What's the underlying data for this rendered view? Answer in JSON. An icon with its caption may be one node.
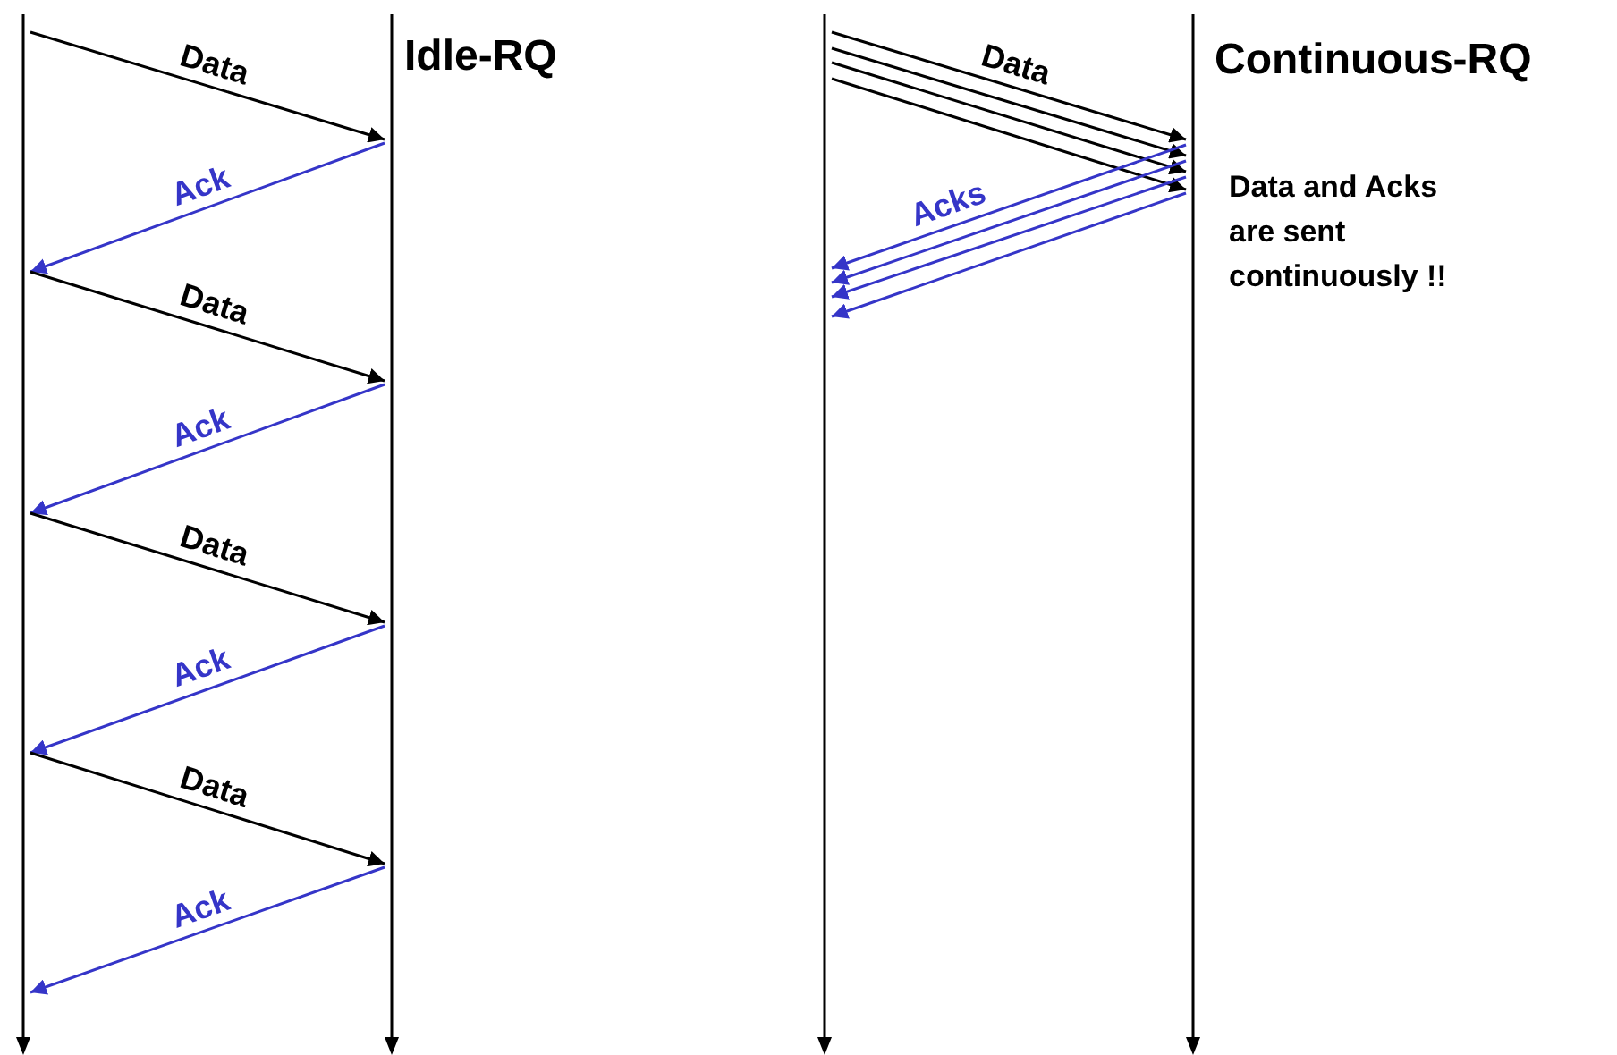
{
  "diagram": {
    "nodes": [
      {
        "text": [],
        "shape": "bar"
      },
      {
        "text": [],
        "shape": "bar"
      },
      {
        "text": [],
        "shape": "bar"
      },
      {
        "text": [],
        "shape": "bar"
      }
    ],
    "edges": [
      {
        "from": 0,
        "to": 1,
        "arrow": "to",
        "label": "Data"
      },
      {
        "from": 1,
        "to": 0,
        "arrow": "to",
        "label": "Ack",
        "color": "#3535c8"
      },
      {
        "from": 0,
        "to": 1,
        "arrow": "to",
        "label": "Data"
      },
      {
        "from": 1,
        "to": 0,
        "arrow": "to",
        "label": "Ack",
        "color": "#3535c8"
      },
      {
        "from": 0,
        "to": 1,
        "arrow": "to",
        "label": "Data"
      },
      {
        "from": 1,
        "to": 0,
        "arrow": "to",
        "label": "Ack",
        "color": "#3535c8"
      },
      {
        "from": 0,
        "to": 1,
        "arrow": "to",
        "label": "Data"
      },
      {
        "from": 1,
        "to": 0,
        "arrow": "to",
        "label": "Ack",
        "color": "#3535c8"
      },
      {
        "from": 2,
        "to": 3,
        "arrow": "to",
        "label": "Data"
      },
      {
        "from": 2,
        "to": 3,
        "arrow": "to"
      },
      {
        "from": 2,
        "to": 3,
        "arrow": "to"
      },
      {
        "from": 2,
        "to": 3,
        "arrow": "to"
      },
      {
        "from": 3,
        "to": 2,
        "arrow": "to",
        "label": "Acks",
        "color": "#3535c8"
      },
      {
        "from": 3,
        "to": 2,
        "arrow": "to",
        "color": "#3535c8"
      },
      {
        "from": 3,
        "to": 2,
        "arrow": "to",
        "color": "#3535c8"
      },
      {
        "from": 3,
        "to": 2,
        "arrow": "to",
        "color": "#3535c8"
      }
    ],
    "labels": [
      "Idle-RQ",
      "Continuous-RQ",
      "Data and Acks are sent continuously !!"
    ]
  }
}
